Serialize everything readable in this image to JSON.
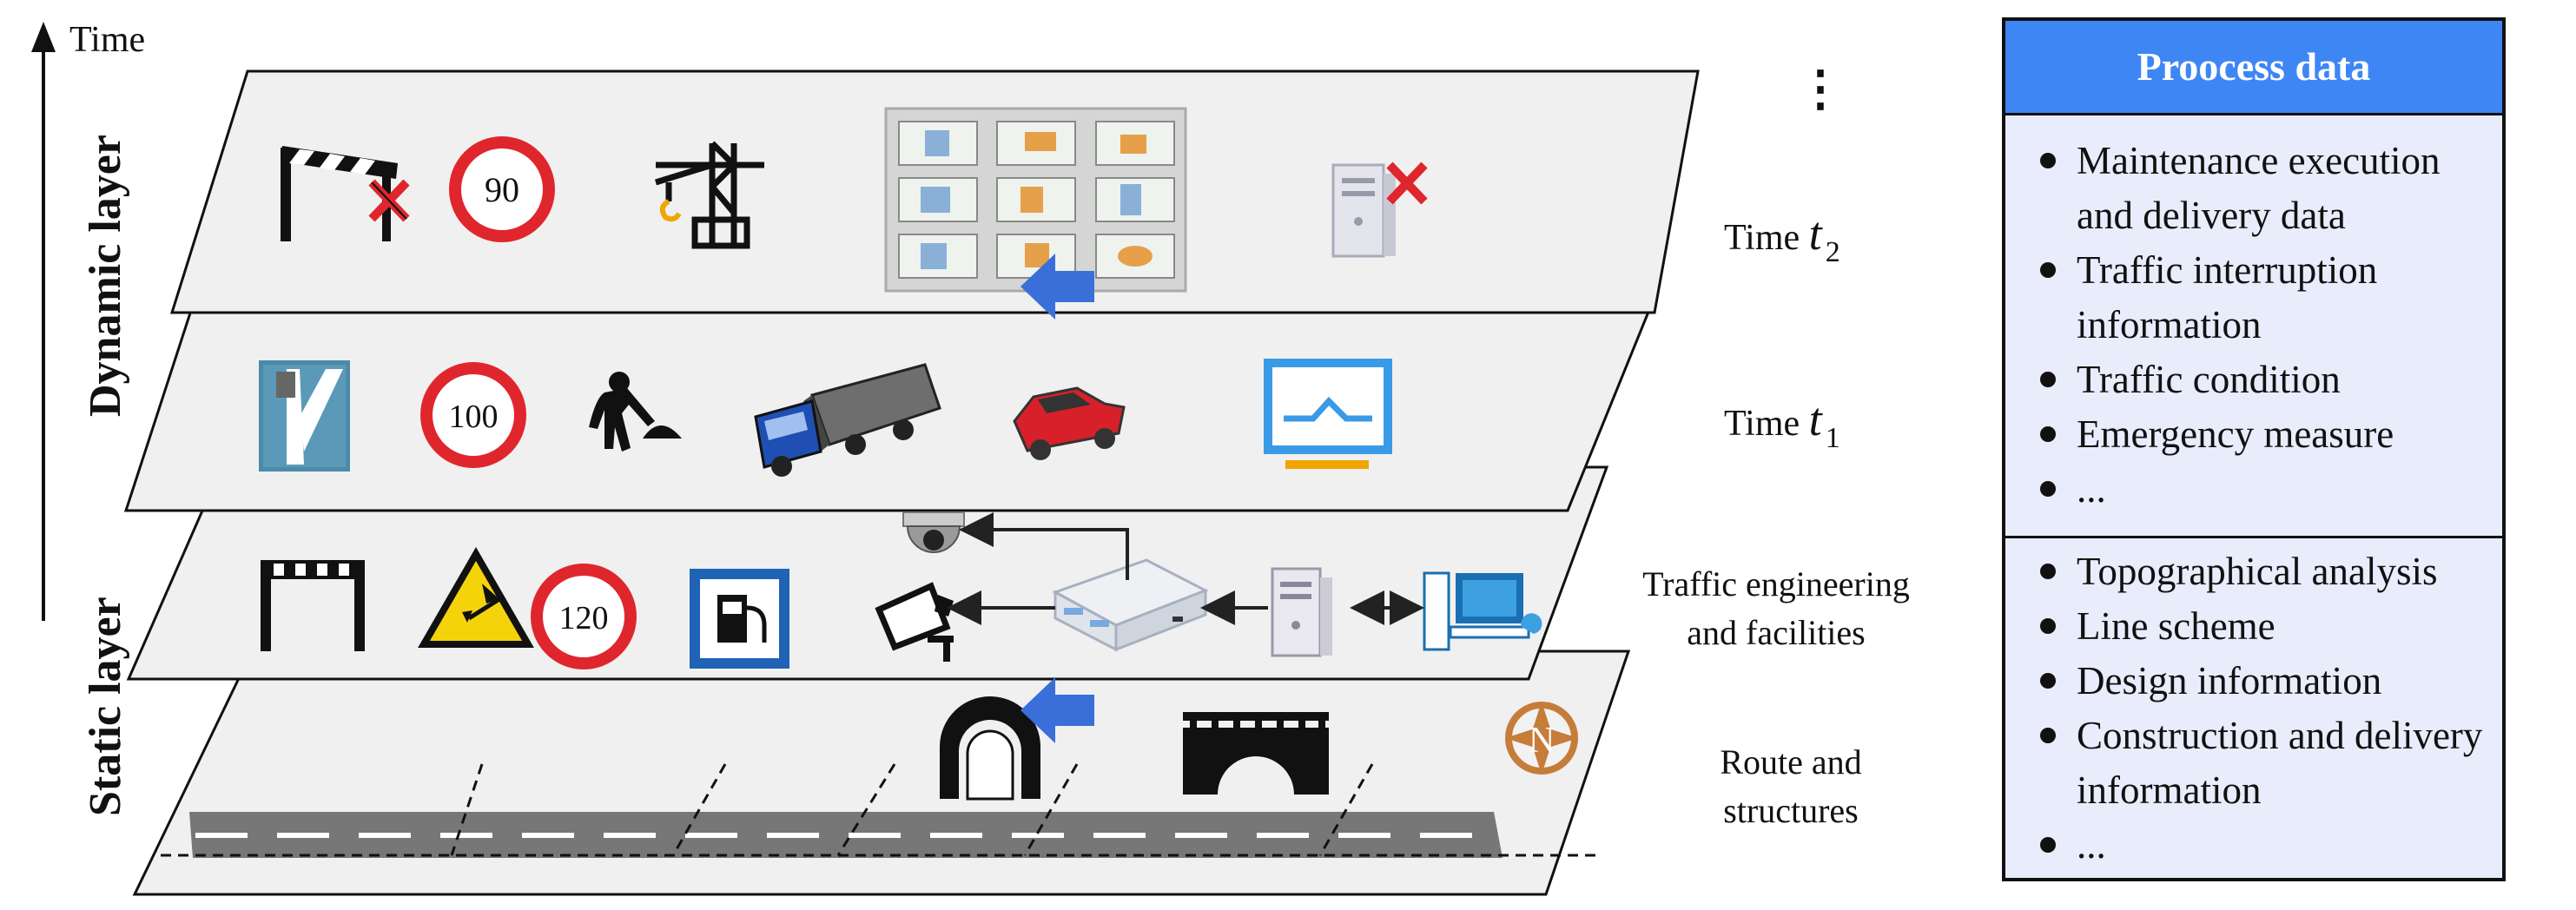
{
  "axis": {
    "label": "Time"
  },
  "layer_titles": {
    "dynamic": "Dynamic layer",
    "static": "Static layer"
  },
  "time_labels": [
    {
      "word": "Time",
      "symbol": "t",
      "subscript": "2"
    },
    {
      "word": "Time",
      "symbol": "t",
      "subscript": "1"
    }
  ],
  "ellipsis": "⋮",
  "right_labels": {
    "traffic": [
      "Traffic engineering",
      "and facilities"
    ],
    "route": [
      "Route and",
      "structures"
    ]
  },
  "speed_signs": [
    "90",
    "100",
    "120"
  ],
  "compass_letter": "N",
  "panel": {
    "title": "Proocess data",
    "dynamic_items": [
      "Maintenance execution and delivery data",
      "Traffic interruption information",
      "Traffic condition",
      "Emergency measure",
      "..."
    ],
    "static_items": [
      "Topographical analysis",
      "Line scheme",
      "Design information",
      "Construction and delivery information",
      "..."
    ]
  },
  "colors": {
    "panel_header": "#3f86f5",
    "panel_body": "#e9ecfb",
    "arrow": "#3a6fd9",
    "sign_red": "#e0262d",
    "layer_fill": "#f0f0f0"
  },
  "icons": [
    "barrier-closed-icon",
    "speed-limit-90-icon",
    "tower-crane-icon",
    "building-grid-icon",
    "server-offline-icon",
    "manual-book-icon",
    "speed-limit-100-icon",
    "road-worker-icon",
    "truck-icon",
    "red-car-icon",
    "monitor-chart-icon",
    "barrier-gate-icon",
    "warning-triangle-icon",
    "speed-limit-120-icon",
    "fuel-station-icon",
    "dome-camera-icon",
    "bullet-camera-icon",
    "network-switch-icon",
    "server-icon",
    "workstation-icon",
    "tunnel-icon",
    "bridge-icon",
    "compass-icon",
    "road-icon"
  ]
}
